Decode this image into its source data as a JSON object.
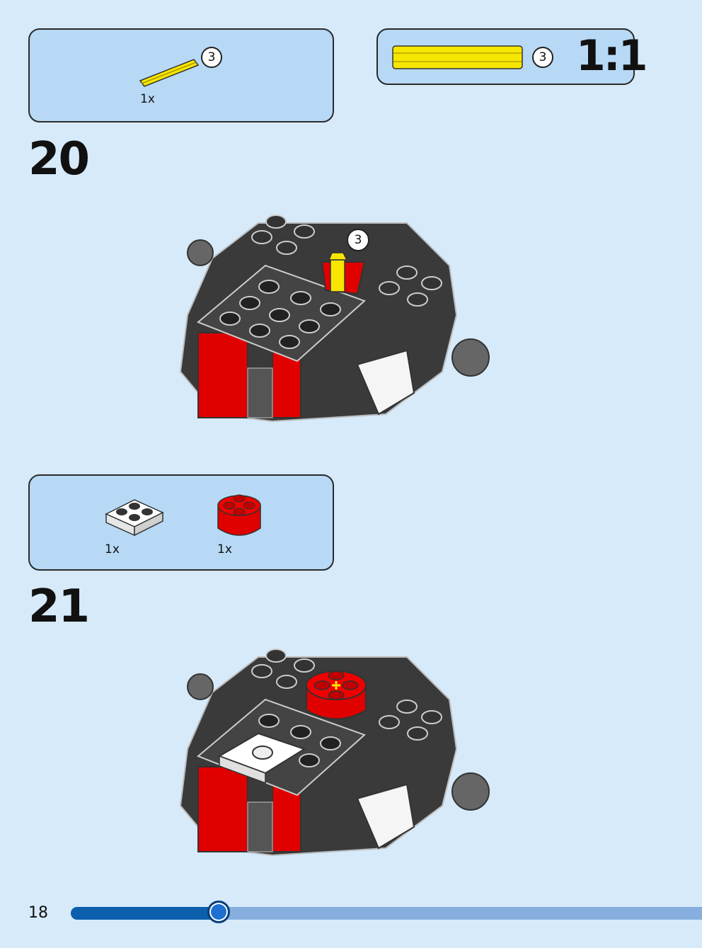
{
  "parts_box_1": {
    "items": [
      {
        "icon": "yellow-axle-icon",
        "qty": "1x",
        "size_label": "3"
      }
    ]
  },
  "scale_box": {
    "icon": "yellow-axle-scale-icon",
    "size_label": "3",
    "scale": "1:1"
  },
  "step_20": {
    "number": "20",
    "callout": "3"
  },
  "parts_box_2": {
    "items": [
      {
        "icon": "white-plate-2x2-icon",
        "qty": "1x"
      },
      {
        "icon": "red-round-brick-2x2-icon",
        "qty": "1x"
      }
    ]
  },
  "step_21": {
    "number": "21"
  },
  "footer": {
    "page_number": "18",
    "progress": 0.3,
    "progress_fill_color": "#0b5fad",
    "progress_track_color": "#86aedf"
  },
  "colors": {
    "background": "#d6eafa",
    "parts_box": "#b7d9f5",
    "axle_yellow": "#f7e600",
    "brick_red": "#e00000",
    "brick_black": "#3a3a3a"
  }
}
